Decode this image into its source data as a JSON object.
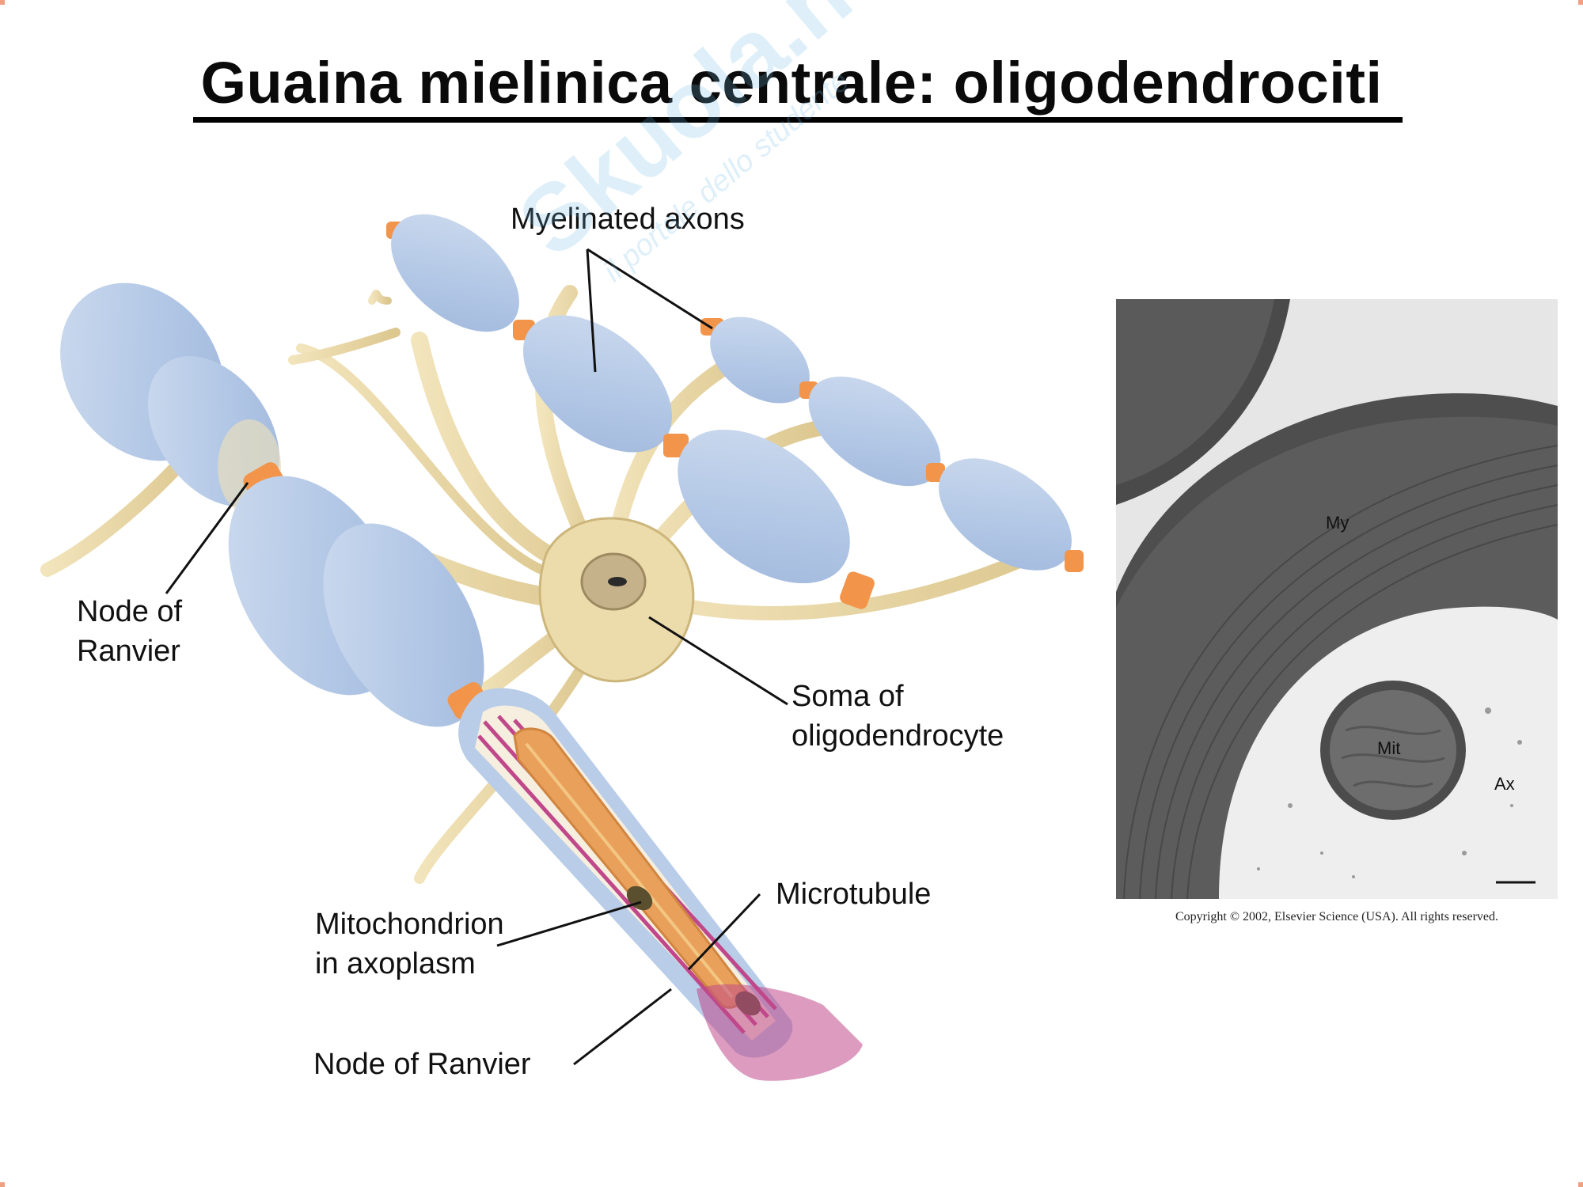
{
  "slide": {
    "title": "Guaina mielinica centrale: oligodendrociti"
  },
  "diagram": {
    "labels": {
      "myelinated_axons": "Myelinated axons",
      "node_of_ranvier_line1": "Node of",
      "node_of_ranvier_line2": "Ranvier",
      "soma_line1": "Soma of",
      "soma_line2": "oligodendrocyte",
      "mitochondrion_line1": "Mitochondrion",
      "mitochondrion_line2": "in axoplasm",
      "microtubule": "Microtubule",
      "node_of_ranvier_bottom": "Node of Ranvier"
    },
    "colors": {
      "myelin": "#b9cde8",
      "oligodendrocyte": "#ead9a8",
      "node": "#f2944a",
      "axon_core": "#e9a05a",
      "lamellae": "#c0488a"
    }
  },
  "micrograph": {
    "labels": {
      "myelin": "My",
      "mitochondrion": "Mit",
      "axon": "Ax"
    },
    "copyright": "Copyright © 2002, Elsevier Science (USA). All rights reserved."
  },
  "watermark": {
    "brand": "Skuola.net",
    "tagline": "il portale dello studente"
  }
}
